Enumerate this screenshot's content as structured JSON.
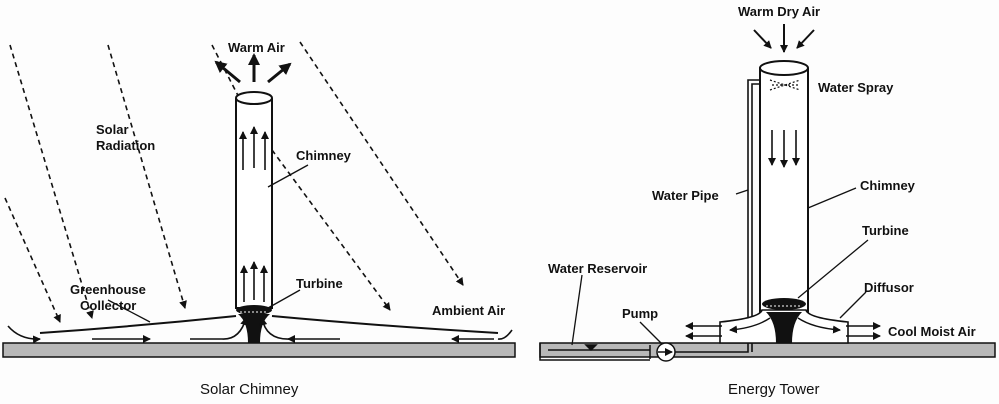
{
  "solar_chimney": {
    "caption": "Solar Chimney",
    "labels": {
      "warm_air": "Warm Air",
      "solar_radiation_line1": "Solar",
      "solar_radiation_line2": "Radiation",
      "chimney": "Chimney",
      "greenhouse_line1": "Greenhouse",
      "greenhouse_line2": "Collector",
      "turbine": "Turbine",
      "ambient_air": "Ambient Air"
    }
  },
  "energy_tower": {
    "caption": "Energy Tower",
    "labels": {
      "warm_dry_air": "Warm Dry Air",
      "water_spray": "Water Spray",
      "water_pipe": "Water Pipe",
      "chimney": "Chimney",
      "turbine": "Turbine",
      "water_reservoir": "Water Reservoir",
      "diffusor": "Diffusor",
      "pump": "Pump",
      "cool_moist_air": "Cool Moist Air"
    }
  },
  "colors": {
    "ink": "#111111",
    "ground": "#b8b8b8",
    "background": "#fdfdfd"
  }
}
